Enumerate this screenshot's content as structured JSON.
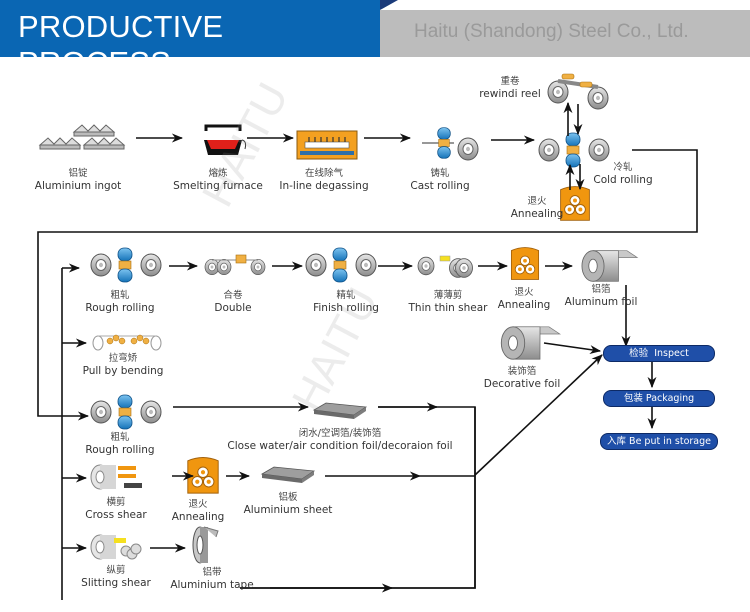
{
  "header": {
    "title": "PRODUCTIVE PROCESS",
    "company": "Haitu (Shandong) Steel Co., Ltd."
  },
  "watermark": "HAITU",
  "colors": {
    "header_blue": "#0a66b3",
    "header_gray": "#bcbcbc",
    "pill_blue": "#1f4fa8",
    "roller_blue": "#2a8fd6",
    "annealing_orange": "#f0960f",
    "arrow": "#111111"
  },
  "steps": {
    "ingot": {
      "cn": "铝锭",
      "en": "Aluminium ingot"
    },
    "smelting": {
      "cn": "熔炼",
      "en": "Smelting furnace"
    },
    "degassing": {
      "cn": "在线除气",
      "en": "In-line degassing"
    },
    "cast_rolling": {
      "cn": "铸轧",
      "en": "Cast rolling"
    },
    "rewind_reel": {
      "cn": "重卷",
      "en": "rewindi reel"
    },
    "cold_rolling": {
      "cn": "冷轧",
      "en": "Cold rolling"
    },
    "annealing_top": {
      "cn": "退火",
      "en": "Annealing"
    },
    "rough_rolling_1": {
      "cn": "粗轧",
      "en": "Rough rolling"
    },
    "double": {
      "cn": "合卷",
      "en": "Double"
    },
    "finish_rolling": {
      "cn": "精轧",
      "en": "Finish rolling"
    },
    "thin_shear": {
      "cn": "薄薄剪",
      "en": "Thin thin shear"
    },
    "annealing_mid": {
      "cn": "退火",
      "en": "Annealing"
    },
    "aluminum_foil": {
      "cn": "铝箔",
      "en": "Aluminum foil"
    },
    "pull_bending": {
      "cn": "拉弯矫",
      "en": "Pull by bending"
    },
    "decorative_foil": {
      "cn": "装饰箔",
      "en": "Decorative foil"
    },
    "rough_rolling_2": {
      "cn": "粗轧",
      "en": "Rough rolling"
    },
    "close_water": {
      "cn": "闭水/空调箔/装饰箔",
      "en": "Close water/air condition foil/decoraion foil"
    },
    "cross_shear": {
      "cn": "横剪",
      "en": "Cross shear"
    },
    "annealing_low": {
      "cn": "退火",
      "en": "Annealing"
    },
    "aluminium_sheet": {
      "cn": "铝板",
      "en": "Aluminium sheet"
    },
    "slitting_shear": {
      "cn": "纵剪",
      "en": "Slitting shear"
    },
    "aluminium_tape": {
      "cn": "铝带",
      "en": "Aluminium tape"
    }
  },
  "final_steps": [
    {
      "cn": "检验",
      "en": "Inspect"
    },
    {
      "cn": "包装",
      "en": "Packaging"
    },
    {
      "cn": "入库",
      "en": "Be put in storage"
    }
  ]
}
